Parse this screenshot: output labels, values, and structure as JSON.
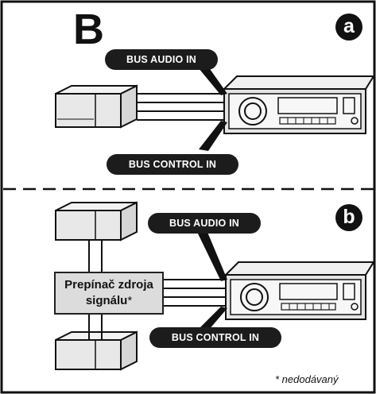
{
  "section_letter": "B",
  "panel_a": {
    "badge": "a",
    "label_audio": "BUS AUDIO IN",
    "label_control": "BUS CONTROL IN"
  },
  "panel_b": {
    "badge": "b",
    "label_audio": "BUS AUDIO IN",
    "label_control": "BUS CONTROL IN",
    "switch_label_line1": "Prepínač zdroja",
    "switch_label_line2": "signálu",
    "switch_asterisk": "*",
    "footnote": "* nedodávaný"
  },
  "colors": {
    "dark": "#111111",
    "switch_fill": "#dcdcdc",
    "device_fill": "#e8e8e8"
  }
}
